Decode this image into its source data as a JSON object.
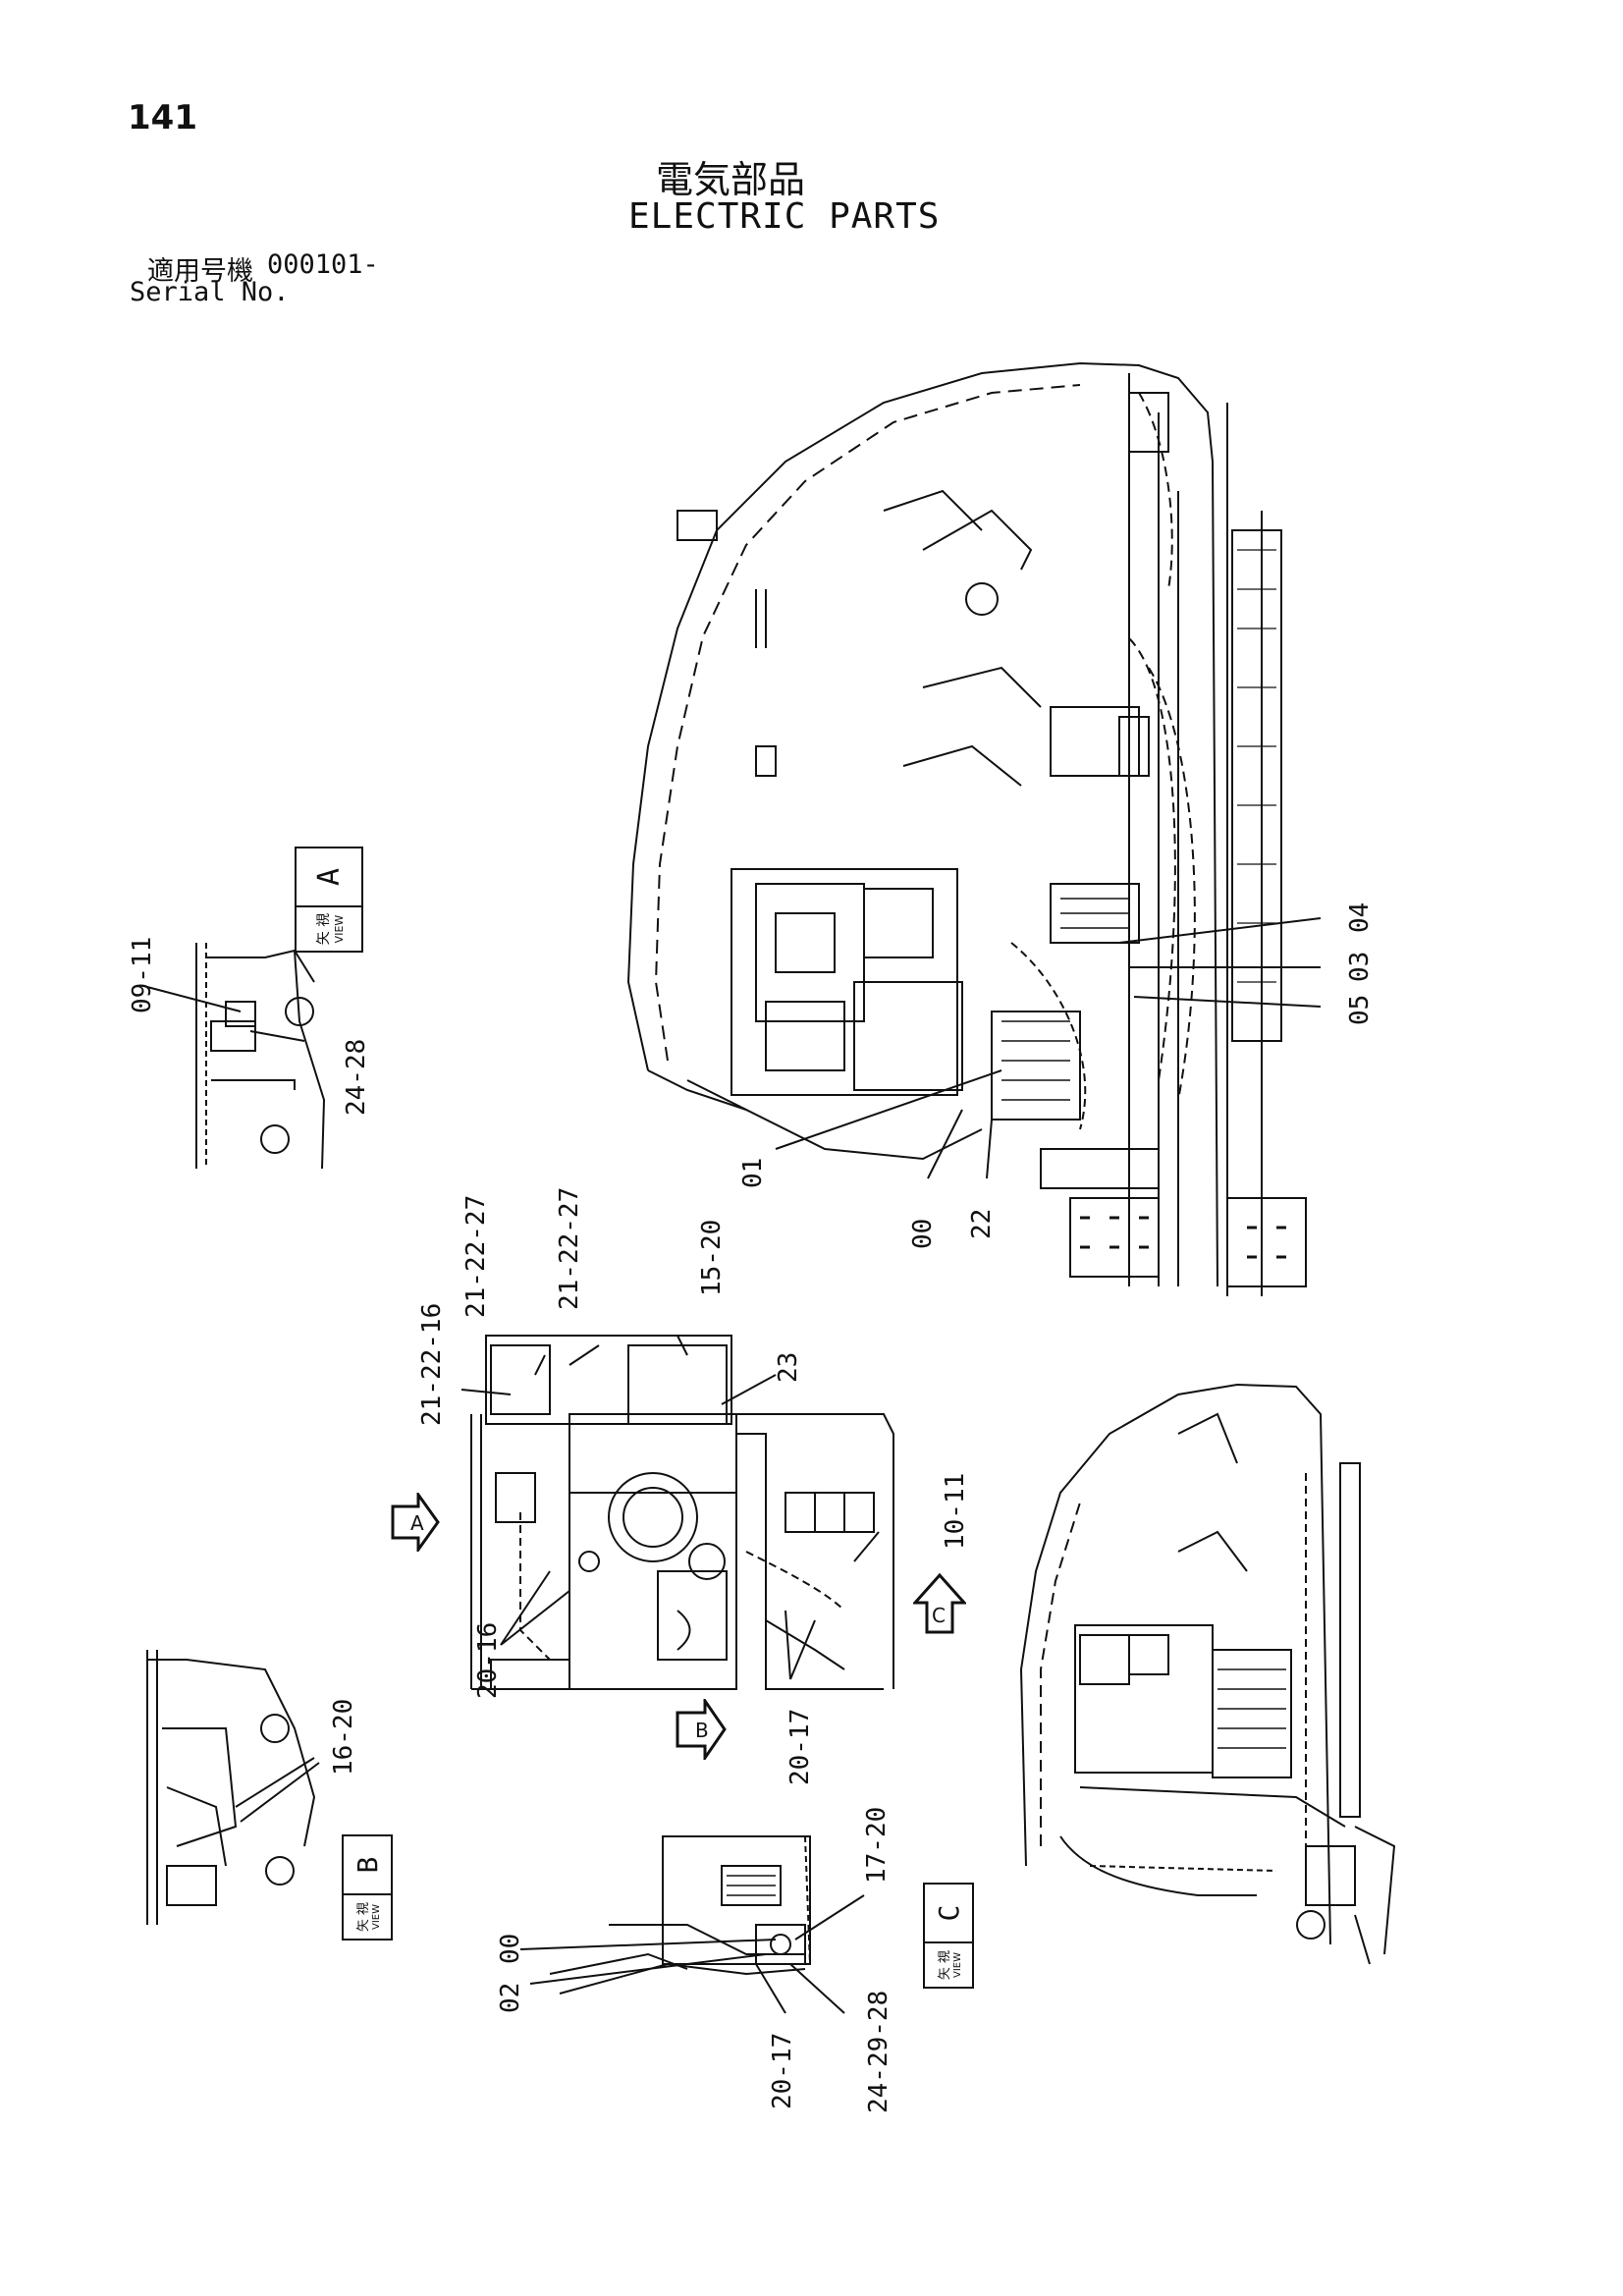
{
  "page": {
    "number": "141"
  },
  "title": {
    "jp": "電気部品",
    "en": "ELECTRIC PARTS"
  },
  "serial": {
    "jp_label": "適用号機",
    "value": "000101-",
    "en_label": "Serial No."
  },
  "views": [
    {
      "id": "A",
      "jp": "矢 視",
      "en": "VIEW",
      "letter": "A"
    },
    {
      "id": "B",
      "jp": "矢 視",
      "en": "VIEW",
      "letter": "B"
    },
    {
      "id": "C",
      "jp": "矢 視",
      "en": "VIEW",
      "letter": "C"
    }
  ],
  "arrows": {
    "a": "A",
    "b": "B",
    "c": "C"
  },
  "callouts": {
    "c04": "04",
    "c03": "03",
    "c05": "05",
    "c01": "01",
    "c00a": "00",
    "c22": "22",
    "c0911": "09-11",
    "c2428": "24-28",
    "c212227a": "21-22-27",
    "c212227b": "21-22-27",
    "c1520": "15-20",
    "c212216": "21-22-16",
    "c23": "23",
    "c1011": "10-11",
    "c2016": "20-16",
    "c2017a": "20-17",
    "c1620": "16-20",
    "c1720": "17-20",
    "c00b": "00",
    "c02": "02",
    "c2017b": "20-17",
    "c242928": "24-29-28"
  }
}
